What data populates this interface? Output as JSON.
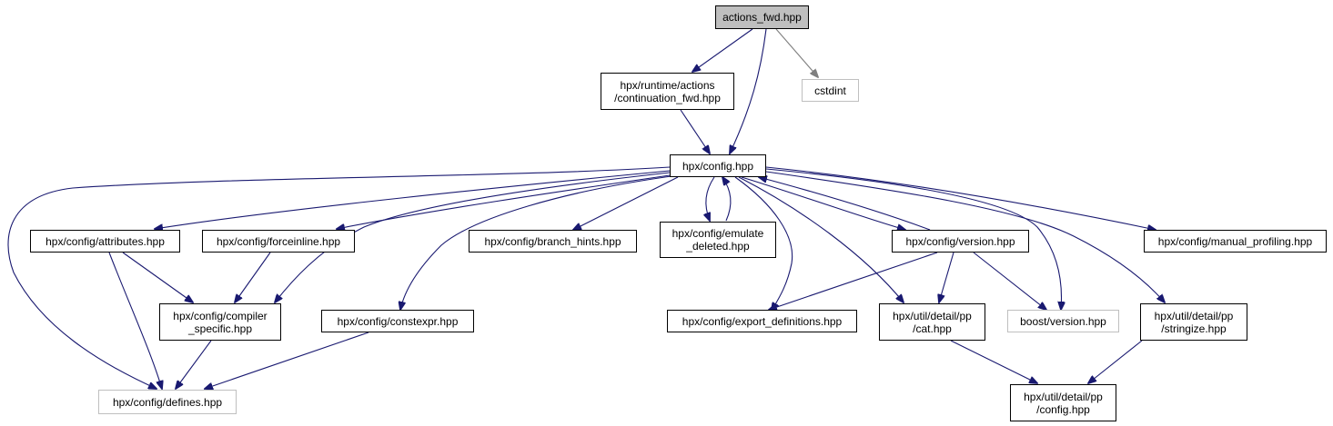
{
  "nodes": {
    "actions_fwd": {
      "label": "actions_fwd.hpp"
    },
    "continuation_fwd": {
      "label": "hpx/runtime/actions\n/continuation_fwd.hpp"
    },
    "cstdint": {
      "label": "cstdint"
    },
    "config": {
      "label": "hpx/config.hpp"
    },
    "attributes": {
      "label": "hpx/config/attributes.hpp"
    },
    "forceinline": {
      "label": "hpx/config/forceinline.hpp"
    },
    "branch_hints": {
      "label": "hpx/config/branch_hints.hpp"
    },
    "emulate_deleted": {
      "label": "hpx/config/emulate\n_deleted.hpp"
    },
    "version": {
      "label": "hpx/config/version.hpp"
    },
    "manual_profiling": {
      "label": "hpx/config/manual_profiling.hpp"
    },
    "compiler_specific": {
      "label": "hpx/config/compiler\n_specific.hpp"
    },
    "constexpr": {
      "label": "hpx/config/constexpr.hpp"
    },
    "export_definitions": {
      "label": "hpx/config/export_definitions.hpp"
    },
    "pp_cat": {
      "label": "hpx/util/detail/pp\n/cat.hpp"
    },
    "boost_version": {
      "label": "boost/version.hpp"
    },
    "pp_stringize": {
      "label": "hpx/util/detail/pp\n/stringize.hpp"
    },
    "defines": {
      "label": "hpx/config/defines.hpp"
    },
    "pp_config": {
      "label": "hpx/util/detail/pp\n/config.hpp"
    }
  },
  "colors": {
    "edge": "#191970",
    "edge_external": "#7f7f7f",
    "root_fill": "#bfbfbf",
    "external_border": "#bfbfbf"
  }
}
